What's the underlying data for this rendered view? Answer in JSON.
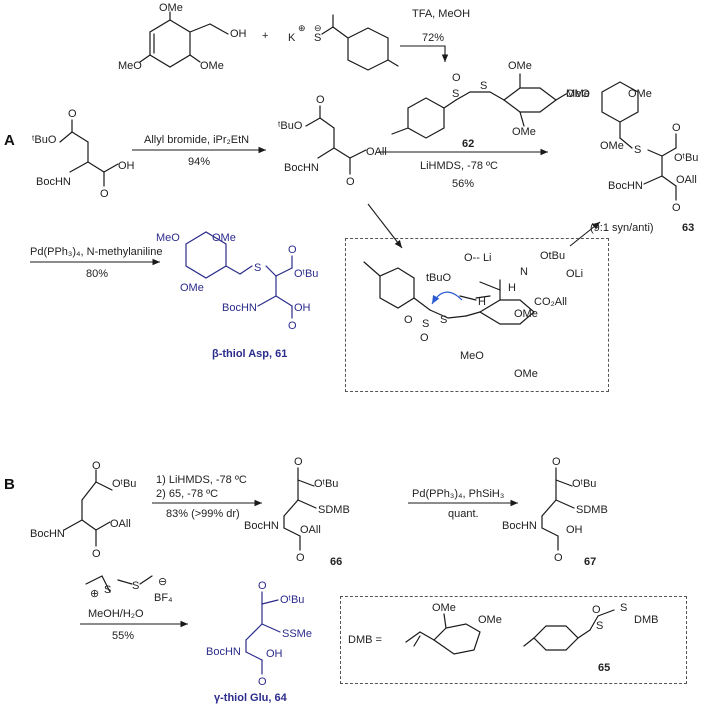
{
  "sections": {
    "a": "A",
    "b": "B"
  },
  "plus": "+",
  "top_reagents": {
    "ome_top": "OMe",
    "oh": "OH",
    "meo_left": "MeO",
    "ome_right": "OMe",
    "k": "K",
    "k_charge": "⊕",
    "s_charge": "⊖",
    "s": "S",
    "conditions": "TFA, MeOH",
    "yield": "72%"
  },
  "reagent_62": {
    "label": "62",
    "ome_top": "OMe",
    "meo": "MeO",
    "ome_bottom": "OMe",
    "s1": "S",
    "s2": "S",
    "o": "O"
  },
  "step1": {
    "conditions": "Allyl bromide, iPr₂EtN",
    "yield": "94%"
  },
  "step2": {
    "conditions": "LiHMDS, -78 ºC",
    "yield": "56%"
  },
  "compound_start": {
    "tbuo": "ᵗBuO",
    "o": "O",
    "bochn": "BocHN",
    "oh": "OH",
    "o2": "O"
  },
  "compound_allyl": {
    "tbuo": "ᵗBuO",
    "o": "O",
    "bochn": "BocHN",
    "oall": "OAll",
    "o2": "O"
  },
  "compound_63": {
    "meo": "MeO",
    "ome": "OMe",
    "ome2": "OMe",
    "s": "S",
    "o": "O",
    "otbu": "OᵗBu",
    "bochn": "BocHN",
    "oall": "OAll",
    "o2": "O",
    "ratio": "(9:1 syn/anti)",
    "label": "63"
  },
  "step3": {
    "conditions": "Pd(PPh₃)₄, N-methylaniline",
    "yield": "80%"
  },
  "compound_61": {
    "meo": "MeO",
    "ome": "OMe",
    "ome2": "OMe",
    "s": "S",
    "o": "O",
    "otbu": "OᵗBu",
    "bochn": "BocHN",
    "oh": "OH",
    "o2": "O",
    "label": "β-thiol Asp, 61"
  },
  "mechanism": {
    "o_li": "O-- Li",
    "otbu": "OtBu",
    "n": "N",
    "oli": "OLi",
    "tbuo": "tBuO",
    "h_left": "H",
    "h_right": "H",
    "co2all": "CO₂All",
    "s1": "S",
    "s2": "S",
    "o1": "O",
    "o2": "O",
    "ome_top": "OMe",
    "meo": "MeO",
    "ome_bottom": "OMe"
  },
  "step4": {
    "line1": "1) LiHMDS, -78 ºC",
    "line2": "2) 65, -78 ºC",
    "yield": "83% (>99% dr)"
  },
  "compound_glu": {
    "o": "O",
    "otbu": "OᵗBu",
    "bochn": "BocHN",
    "oall": "OAll",
    "o2": "O"
  },
  "compound_66": {
    "o": "O",
    "otbu": "OᵗBu",
    "sdmb": "SDMB",
    "bochn": "BocHN",
    "oall": "OAll",
    "o2": "O",
    "label": "66"
  },
  "step5": {
    "conditions": "Pd(PPh₃)₄, PhSiH₃",
    "yield": "quant."
  },
  "compound_67": {
    "o": "O",
    "otbu": "OᵗBu",
    "sdmb": "SDMB",
    "bochn": "BocHN",
    "oh": "OH",
    "o2": "O",
    "label": "67"
  },
  "step6": {
    "reagent_s1": "S",
    "reagent_s2": "S",
    "plus": "⊕",
    "minus": "⊖",
    "bf4": "BF₄",
    "solvent": "MeOH/H₂O",
    "yield": "55%"
  },
  "compound_64": {
    "o": "O",
    "otbu": "OᵗBu",
    "ssme": "SSMe",
    "bochn": "BocHN",
    "oh": "OH",
    "o2": "O",
    "label": "γ-thiol Glu, 64"
  },
  "dmb_box": {
    "dmb_eq": "DMB =",
    "ome_top": "OMe",
    "ome_right": "OMe",
    "s1": "S",
    "s2": "S",
    "o": "O",
    "dmb": "DMB",
    "label": "65"
  },
  "colors": {
    "product": "#2b2b8c",
    "structure": "#1a1a1a"
  }
}
